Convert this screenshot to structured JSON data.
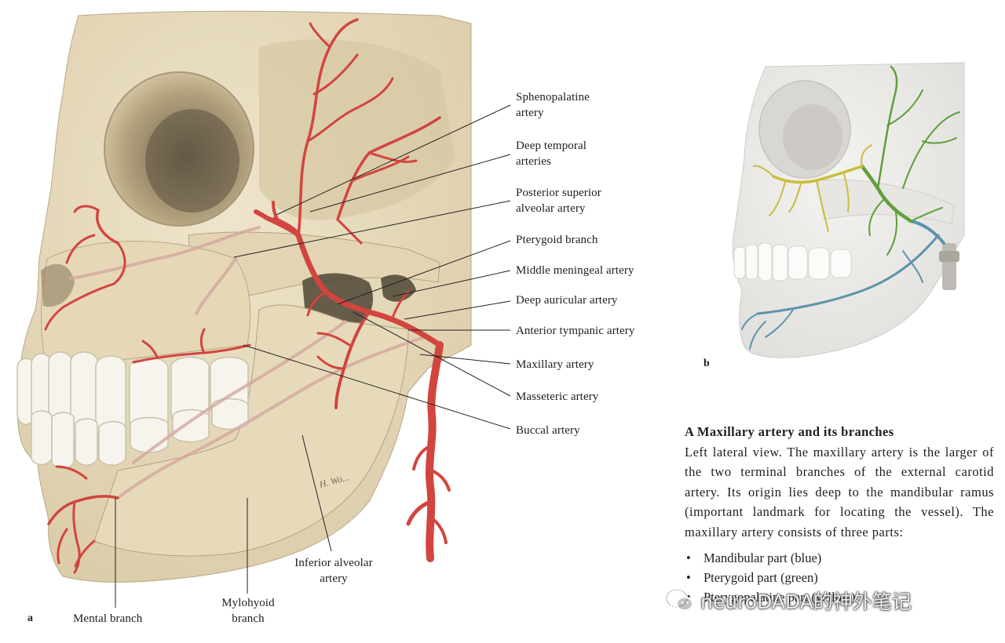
{
  "figure": {
    "panel_a_letter": "a",
    "panel_b_letter": "b",
    "labels": {
      "sphenopalatine": [
        "Sphenopalatine",
        "artery"
      ],
      "deep_temporal": [
        "Deep temporal",
        "arteries"
      ],
      "posterior_superior_alveolar": [
        "Posterior superior",
        "alveolar artery"
      ],
      "pterygoid_branch": "Pterygoid branch",
      "middle_meningeal": "Middle meningeal artery",
      "deep_auricular": "Deep auricular artery",
      "anterior_tympanic": "Anterior tympanic artery",
      "maxillary": "Maxillary artery",
      "masseteric": "Masseteric artery",
      "buccal": "Buccal artery",
      "inferior_alveolar": [
        "Inferior alveolar",
        "artery"
      ],
      "mylohyoid": [
        "Mylohyoid",
        "branch"
      ],
      "mental": "Mental branch",
      "signature": "H. Wo..."
    },
    "colors": {
      "artery_red": "#d2453f",
      "bone": "#e8dcc0",
      "mandibular_blue": "#5b93ad",
      "pterygoid_green": "#5f9f3c",
      "pterygopalatine_yellow": "#c9be3c"
    }
  },
  "caption": {
    "title": "A  Maxillary artery and its branches",
    "body": "Left lateral view. The maxillary artery is the larger of the two terminal branches of the external carotid artery. Its origin lies deep to the mandibular ramus (important landmark for locating the vessel). The maxillary artery consists of three parts:",
    "parts": [
      "Mandibular part (blue)",
      "Pterygoid part (green)",
      "Pterygopalatine part (yellow)"
    ]
  },
  "watermark": {
    "icon": "wechat-icon",
    "text": "neuroDADA的神外笔记"
  }
}
